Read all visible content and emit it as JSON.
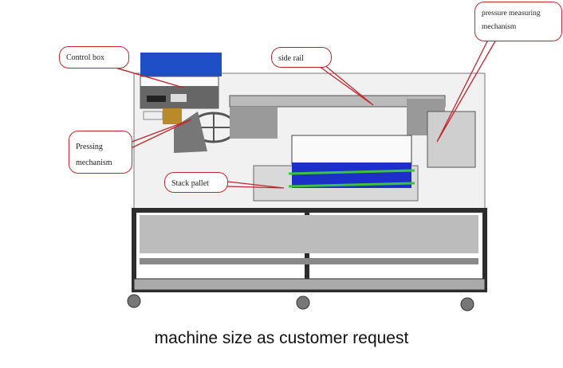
{
  "callouts": {
    "control_box": "Control box",
    "side_rail": "side rail",
    "pressure_measuring": "pressure measuring mechanism",
    "pressing": "Pressing mechanism",
    "stack_pallet": "Stack pallet"
  },
  "caption": "machine size as customer request",
  "colors": {
    "callout_border": "#c0282d",
    "control_box_top": "#1f4fc4",
    "cells": "#1d2fc9",
    "rails": "#3ac43a",
    "frame": "#2d2d2d"
  }
}
